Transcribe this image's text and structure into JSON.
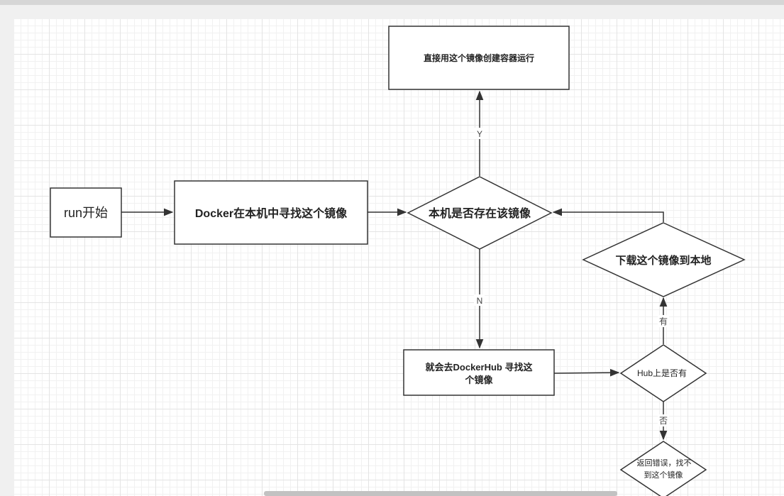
{
  "nodes": {
    "run_start": "run开始",
    "search_local": "Docker在本机中寻找这个镜像",
    "exists_local": "本机是否存在该镜像",
    "run_directly": "直接用这个镜像创建容器运行",
    "go_dockerhub_line1": "就会去DockerHub 寻找这",
    "go_dockerhub_line2": "个镜像",
    "hub_has": "Hub上是否有",
    "download_local": "下载这个镜像到本地",
    "return_error_line1": "返回错误，找不",
    "return_error_line2": "到这个镜像"
  },
  "edge_labels": {
    "yes": "Y",
    "no": "N",
    "has": "有",
    "not": "否"
  },
  "colors": {
    "stroke": "#333333",
    "text": "#222222",
    "grid": "#e4e4e4"
  }
}
